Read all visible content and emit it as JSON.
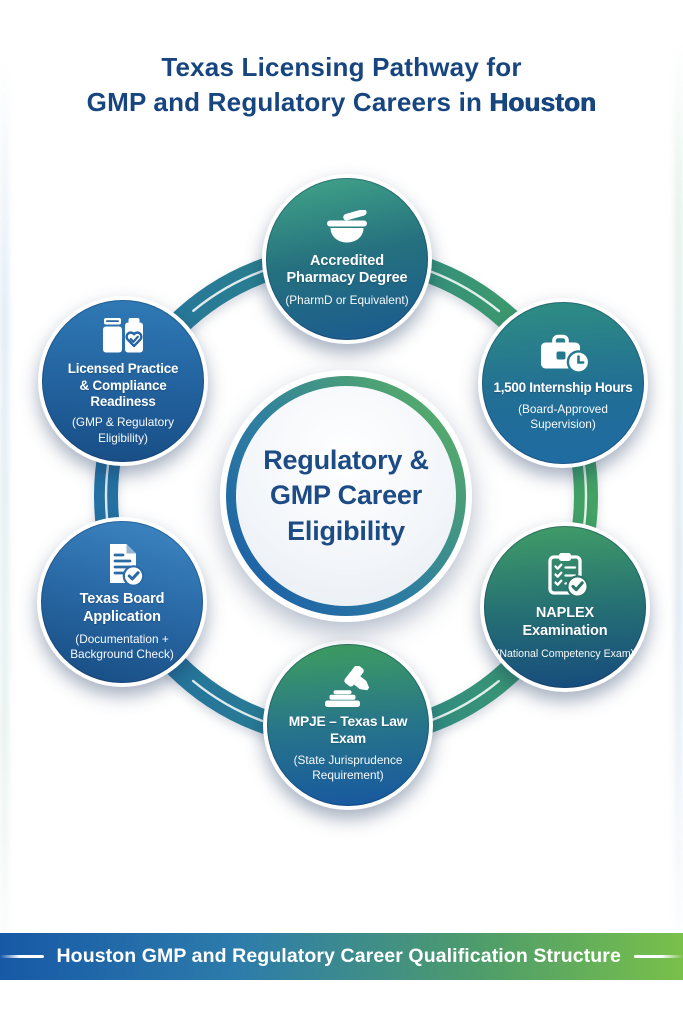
{
  "title": {
    "line1": "Texas Licensing Pathway for",
    "line2_prefix": "GMP and Regulatory Careers in ",
    "line2_bold": "Houston"
  },
  "center": {
    "label": "Regulatory &\nGMP Career\nEligibility"
  },
  "nodes": [
    {
      "id": "pharmacy-degree",
      "icon": "mortar-pestle-icon",
      "title": "Accredited\nPharmacy Degree",
      "subtitle": "(PharmD or Equivalent)"
    },
    {
      "id": "internship-hours",
      "icon": "briefcase-clock-icon",
      "title": "1,500 Internship Hours",
      "subtitle": "(Board-Approved\nSupervision)"
    },
    {
      "id": "naplex-exam",
      "icon": "clipboard-checklist-icon",
      "title": "NAPLEX Examination",
      "subtitle": "(National Competency Exam)"
    },
    {
      "id": "mpje-exam",
      "icon": "gavel-icon",
      "title": "MPJE – Texas Law Exam",
      "subtitle": "(State Jurisprudence\nRequirement)"
    },
    {
      "id": "board-application",
      "icon": "document-check-icon",
      "title": "Texas Board\nApplication",
      "subtitle": "(Documentation +\nBackground Check)"
    },
    {
      "id": "licensed-practice",
      "icon": "medicine-heart-check-icon",
      "title": "Licensed Practice\n& Compliance Readiness",
      "subtitle": "(GMP & Regulatory\nEligibility)"
    }
  ],
  "banner": {
    "label": "Houston GMP and Regulatory Career Qualification Structure"
  },
  "colors": {
    "title_text": "#17457f",
    "center_text": "#1d4b86",
    "ring_blue": "#2470a2",
    "ring_green": "#42a165",
    "banner_blue": "#1759a6",
    "banner_green": "#79c04a"
  }
}
